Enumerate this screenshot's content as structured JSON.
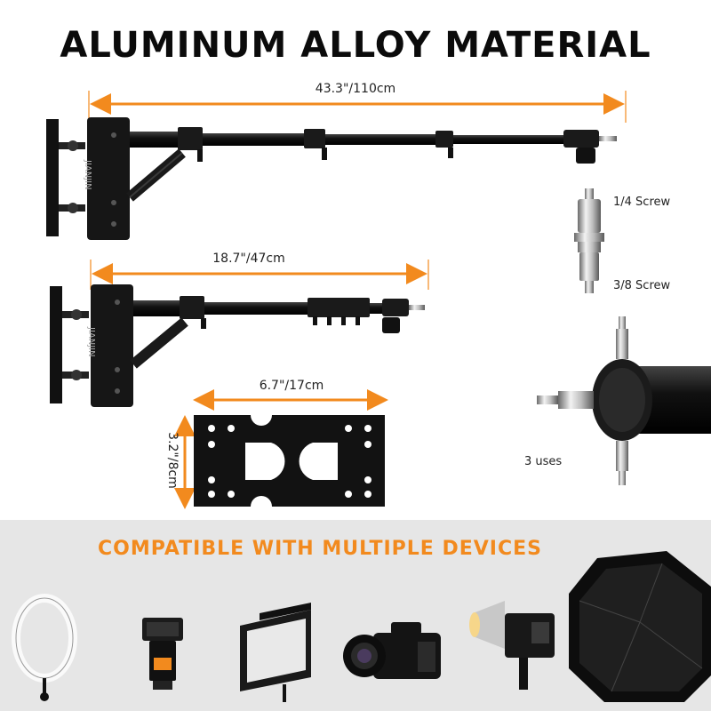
{
  "title": "ALUMINUM ALLOY MATERIAL",
  "dimensions": {
    "long_arm": "43.3\"/110cm",
    "short_arm": "18.7\"/47cm",
    "plate_width": "6.7\"/17cm",
    "plate_height": "3.2\"/8cm"
  },
  "brand": "JIANJIN",
  "adapter": {
    "top_label": "1/4 Screw",
    "bottom_label": "3/8 Screw",
    "uses_label": "3 uses"
  },
  "compatible": {
    "heading": "COMPATIBLE WITH MULTIPLE DEVICES",
    "devices": [
      "ring-light",
      "speedlight-flash",
      "led-panel",
      "dslr-camera",
      "studio-strobe",
      "octagon-softbox"
    ]
  },
  "colors": {
    "accent": "#f28a1e",
    "metal": "#1a1a1a",
    "panel_bg": "#e6e6e6"
  }
}
